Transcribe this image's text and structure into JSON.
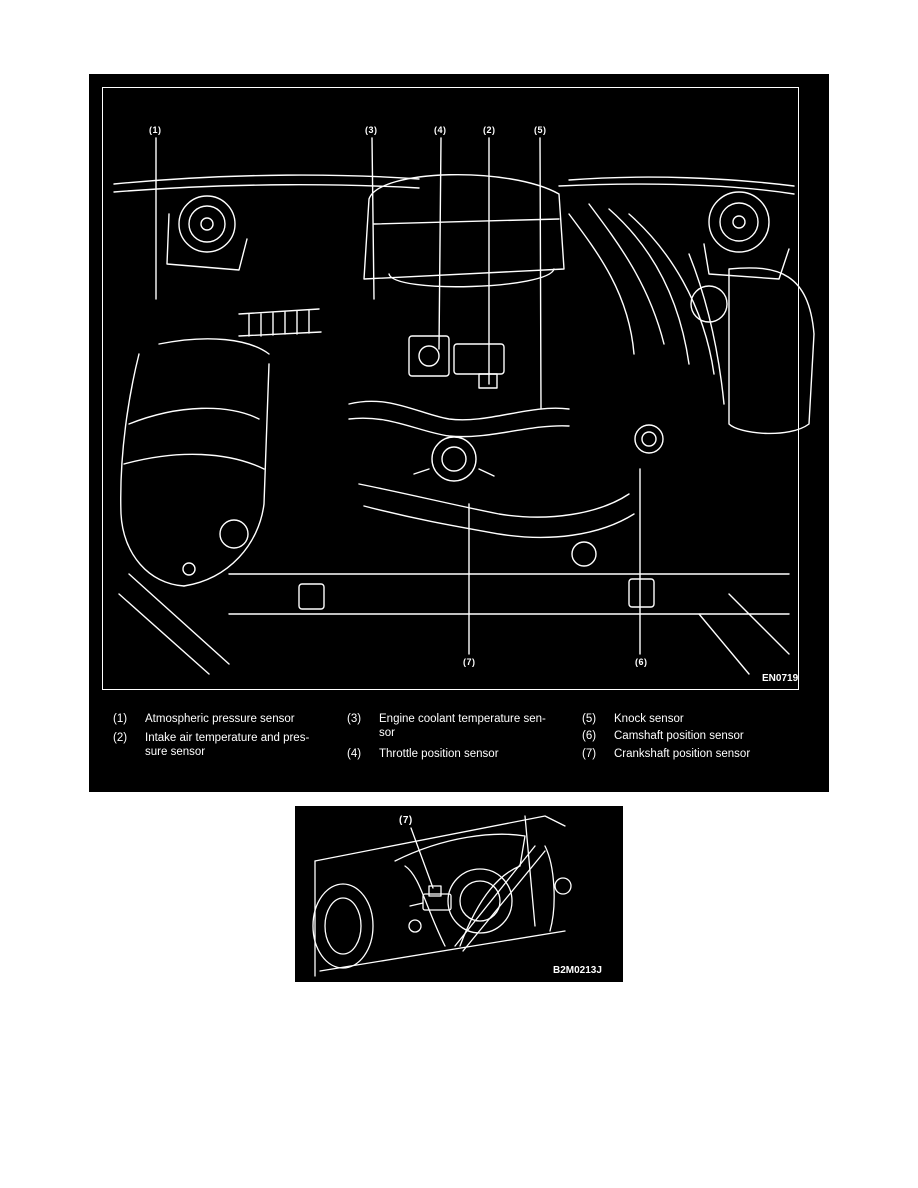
{
  "figure_main": {
    "callouts": {
      "c1": "(1)",
      "c3": "(3)",
      "c4": "(4)",
      "c2": "(2)",
      "c5": "(5)",
      "c7": "(7)",
      "c6": "(6)"
    },
    "figure_code": "EN0719",
    "legend": [
      {
        "num": "(1)",
        "text": "Atmospheric pressure sensor"
      },
      {
        "num": "(2)",
        "text": "Intake air temperature and pres-\nsure sensor"
      },
      {
        "num": "(3)",
        "text": "Engine coolant temperature sen-\nsor"
      },
      {
        "num": "(4)",
        "text": "Throttle position sensor"
      },
      {
        "num": "(5)",
        "text": "Knock sensor"
      },
      {
        "num": "(6)",
        "text": "Camshaft position sensor"
      },
      {
        "num": "(7)",
        "text": "Crankshaft position sensor"
      }
    ]
  },
  "figure_detail": {
    "callout": "(7)",
    "figure_code": "B2M0213J"
  }
}
